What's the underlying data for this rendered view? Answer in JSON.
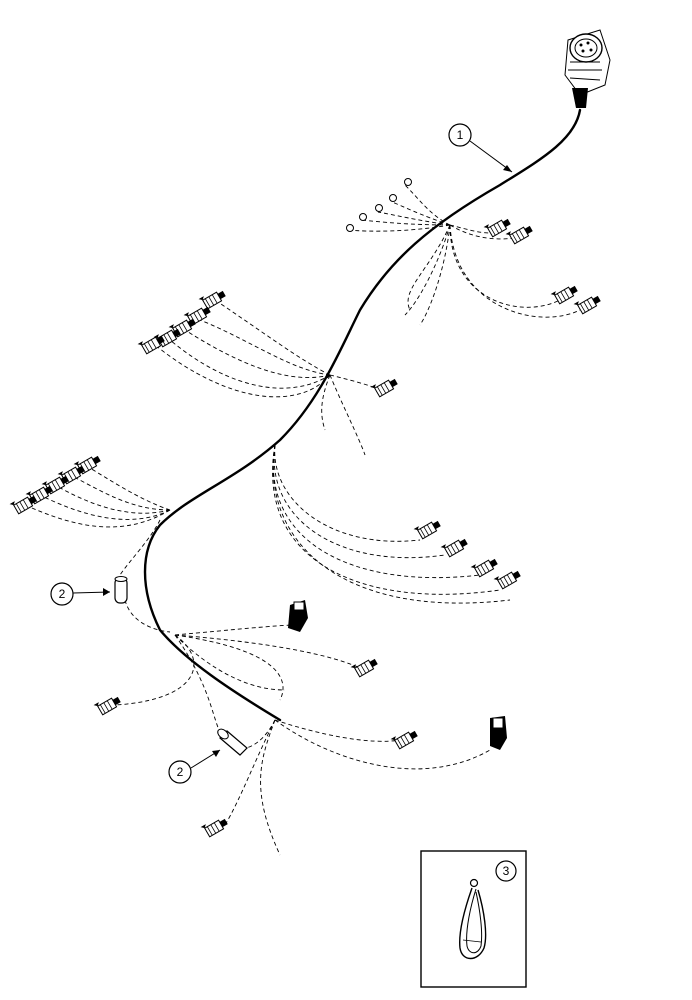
{
  "callouts": {
    "harness": "1",
    "sleeve_upper": "2",
    "sleeve_lower": "2",
    "strap": "3"
  },
  "colors": {
    "line": "#000000",
    "background": "#ffffff"
  },
  "icons": [
    "round-connector-icon",
    "terminal-connector-icon",
    "ring-terminal-icon",
    "sleeve-icon",
    "boot-connector-icon",
    "cable-strap-icon"
  ]
}
